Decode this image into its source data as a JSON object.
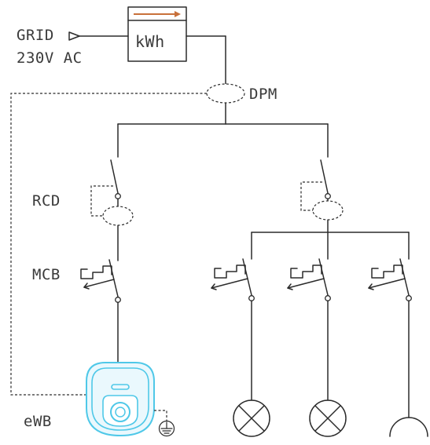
{
  "labels": {
    "grid": "GRID",
    "voltage": "230V AC",
    "meter": "kWh",
    "dpm": "DPM",
    "rcd": "RCD",
    "mcb": "MCB",
    "ewb": "eWB"
  },
  "colors": {
    "line": "#2b2b2b",
    "text": "#3a3a3a",
    "meter_arrow": "#c8703a",
    "charger": "#4fc8e8"
  },
  "icons": [
    "grid-arrow-icon",
    "kwh-meter-icon",
    "current-transformer-icon",
    "switch-icon",
    "mcb-icon",
    "lamp-icon",
    "socket-icon",
    "ground-icon",
    "charger-icon"
  ]
}
